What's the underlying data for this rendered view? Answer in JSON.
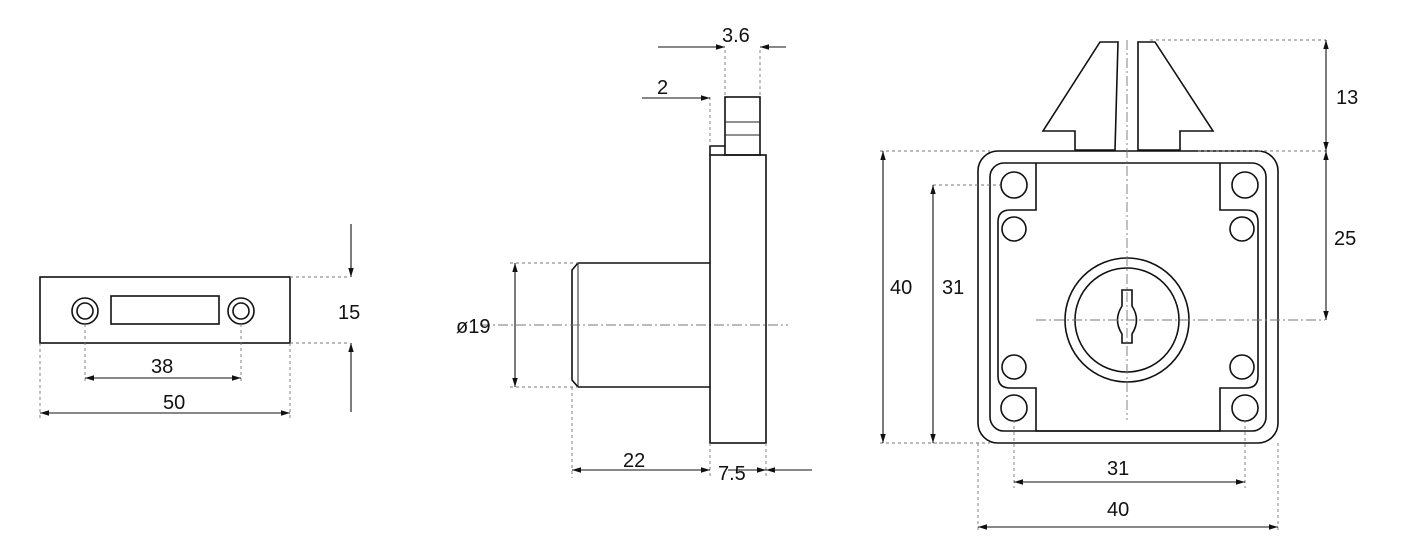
{
  "dimensions": {
    "strike_height": "15",
    "strike_hole_spacing": "38",
    "strike_length": "50",
    "side_cylinder_diameter": "ø19",
    "side_cylinder_length": "22",
    "side_body_thickness": "7.5",
    "side_bolt_width": "3.6",
    "side_bolt_offset": "2",
    "front_bolt_height": "13",
    "front_center_height": "25",
    "front_body_height": "40",
    "front_hole_spacing_vertical": "31",
    "front_hole_spacing_horizontal": "31",
    "front_body_width": "40"
  }
}
